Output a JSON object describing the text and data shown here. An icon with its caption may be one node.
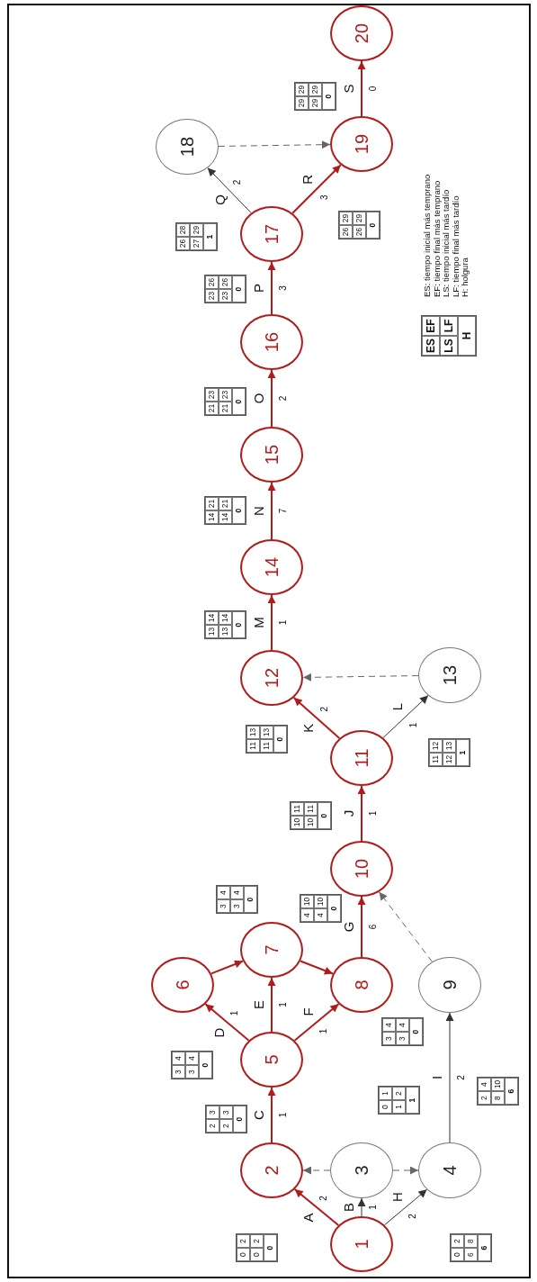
{
  "diagram": {
    "nodes": [
      {
        "text": [
          "1"
        ]
      },
      {
        "text": [
          "2"
        ]
      },
      {
        "text": [
          "3"
        ]
      },
      {
        "text": [
          "4"
        ]
      },
      {
        "text": [
          "5"
        ]
      },
      {
        "text": [
          "6"
        ]
      },
      {
        "text": [
          "7"
        ]
      },
      {
        "text": [
          "8"
        ]
      },
      {
        "text": [
          "9"
        ]
      },
      {
        "text": [
          "10"
        ]
      },
      {
        "text": [
          "11"
        ]
      },
      {
        "text": [
          "12"
        ]
      },
      {
        "text": [
          "13"
        ]
      },
      {
        "text": [
          "14"
        ]
      },
      {
        "text": [
          "15"
        ]
      },
      {
        "text": [
          "16"
        ]
      },
      {
        "text": [
          "17"
        ]
      },
      {
        "text": [
          "18"
        ]
      },
      {
        "text": [
          "19"
        ]
      },
      {
        "text": [
          "20"
        ]
      }
    ],
    "edges": [
      {
        "from": 0,
        "to": 1,
        "arrow": "to",
        "label": "A"
      },
      {
        "from": 0,
        "to": 2,
        "arrow": "to",
        "label": "B",
        "color": "#333333"
      },
      {
        "from": 0,
        "to": 3,
        "arrow": "to",
        "label": "H",
        "color": "#333333"
      },
      {
        "from": 2,
        "to": 1,
        "arrow": "to",
        "style": "dashed",
        "color": "#666666"
      },
      {
        "from": 2,
        "to": 3,
        "arrow": "to",
        "style": "dashed",
        "color": "#666666"
      },
      {
        "from": 1,
        "to": 4,
        "arrow": "to",
        "label": "C"
      },
      {
        "from": 4,
        "to": 5,
        "arrow": "to",
        "label": "D"
      },
      {
        "from": 4,
        "to": 6,
        "arrow": "to",
        "label": "E"
      },
      {
        "from": 4,
        "to": 7,
        "arrow": "to",
        "label": "F"
      },
      {
        "from": 5,
        "to": 6,
        "arrow": "to"
      },
      {
        "from": 6,
        "to": 7,
        "arrow": "to"
      },
      {
        "from": 3,
        "to": 8,
        "arrow": "to",
        "label": "I",
        "color": "#333333"
      },
      {
        "from": 8,
        "to": 9,
        "arrow": "to",
        "style": "dashed",
        "color": "#666666"
      },
      {
        "from": 7,
        "to": 9,
        "arrow": "to",
        "label": "G"
      },
      {
        "from": 9,
        "to": 10,
        "arrow": "to",
        "label": "J"
      },
      {
        "from": 10,
        "to": 11,
        "arrow": "to",
        "label": "K"
      },
      {
        "from": 10,
        "to": 12,
        "arrow": "to",
        "label": "L",
        "color": "#333333"
      },
      {
        "from": 12,
        "to": 11,
        "arrow": "to",
        "style": "dashed",
        "color": "#666666"
      },
      {
        "from": 11,
        "to": 13,
        "arrow": "to",
        "label": "M"
      },
      {
        "from": 13,
        "to": 14,
        "arrow": "to",
        "label": "N"
      },
      {
        "from": 14,
        "to": 15,
        "arrow": "to",
        "label": "O"
      },
      {
        "from": 15,
        "to": 16,
        "arrow": "to",
        "label": "P"
      },
      {
        "from": 16,
        "to": 17,
        "arrow": "to",
        "label": "Q",
        "color": "#333333"
      },
      {
        "from": 16,
        "to": 18,
        "arrow": "to",
        "label": "R"
      },
      {
        "from": 17,
        "to": 18,
        "arrow": "to",
        "style": "dashed",
        "color": "#666666"
      },
      {
        "from": 18,
        "to": 19,
        "arrow": "to",
        "label": "S"
      }
    ],
    "labels": [
      "2",
      "0",
      "2",
      "0",
      "2",
      "0",
      "1",
      "0",
      "1",
      "1",
      "2",
      "1",
      "2",
      "0",
      "2",
      "6",
      "8",
      "6",
      "1",
      "2",
      "3",
      "2",
      "3",
      "0",
      "1",
      "3",
      "4",
      "3",
      "4",
      "0",
      "1",
      "3",
      "4",
      "3",
      "4",
      "0",
      "1",
      "3",
      "4",
      "3",
      "4",
      "0",
      "2",
      "2",
      "4",
      "8",
      "10",
      "6",
      "6",
      "4",
      "10",
      "4",
      "10",
      "0",
      "1",
      "10",
      "11",
      "10",
      "11",
      "0",
      "2",
      "11",
      "13",
      "11",
      "13",
      "0",
      "1",
      "11",
      "12",
      "12",
      "13",
      "1",
      "1",
      "13",
      "14",
      "13",
      "14",
      "0",
      "7",
      "14",
      "21",
      "14",
      "21",
      "0",
      "2",
      "21",
      "23",
      "21",
      "23",
      "0",
      "3",
      "23",
      "26",
      "23",
      "26",
      "0",
      "2",
      "26",
      "28",
      "27",
      "29",
      "1",
      "3",
      "26",
      "29",
      "26",
      "29",
      "0",
      "0",
      "29",
      "29",
      "29",
      "29",
      "0",
      "ES",
      "EF",
      "LS",
      "LF",
      "H"
    ],
    "legend": [
      {
        "text": "ES: tiempo inicial más temprano"
      },
      {
        "text": "EF: tiempo final más temprano"
      },
      {
        "text": "LS: tiempo inicial más tardío"
      },
      {
        "text": "LF: tiempo final más tardío"
      },
      {
        "text": "H: holgura"
      }
    ]
  }
}
